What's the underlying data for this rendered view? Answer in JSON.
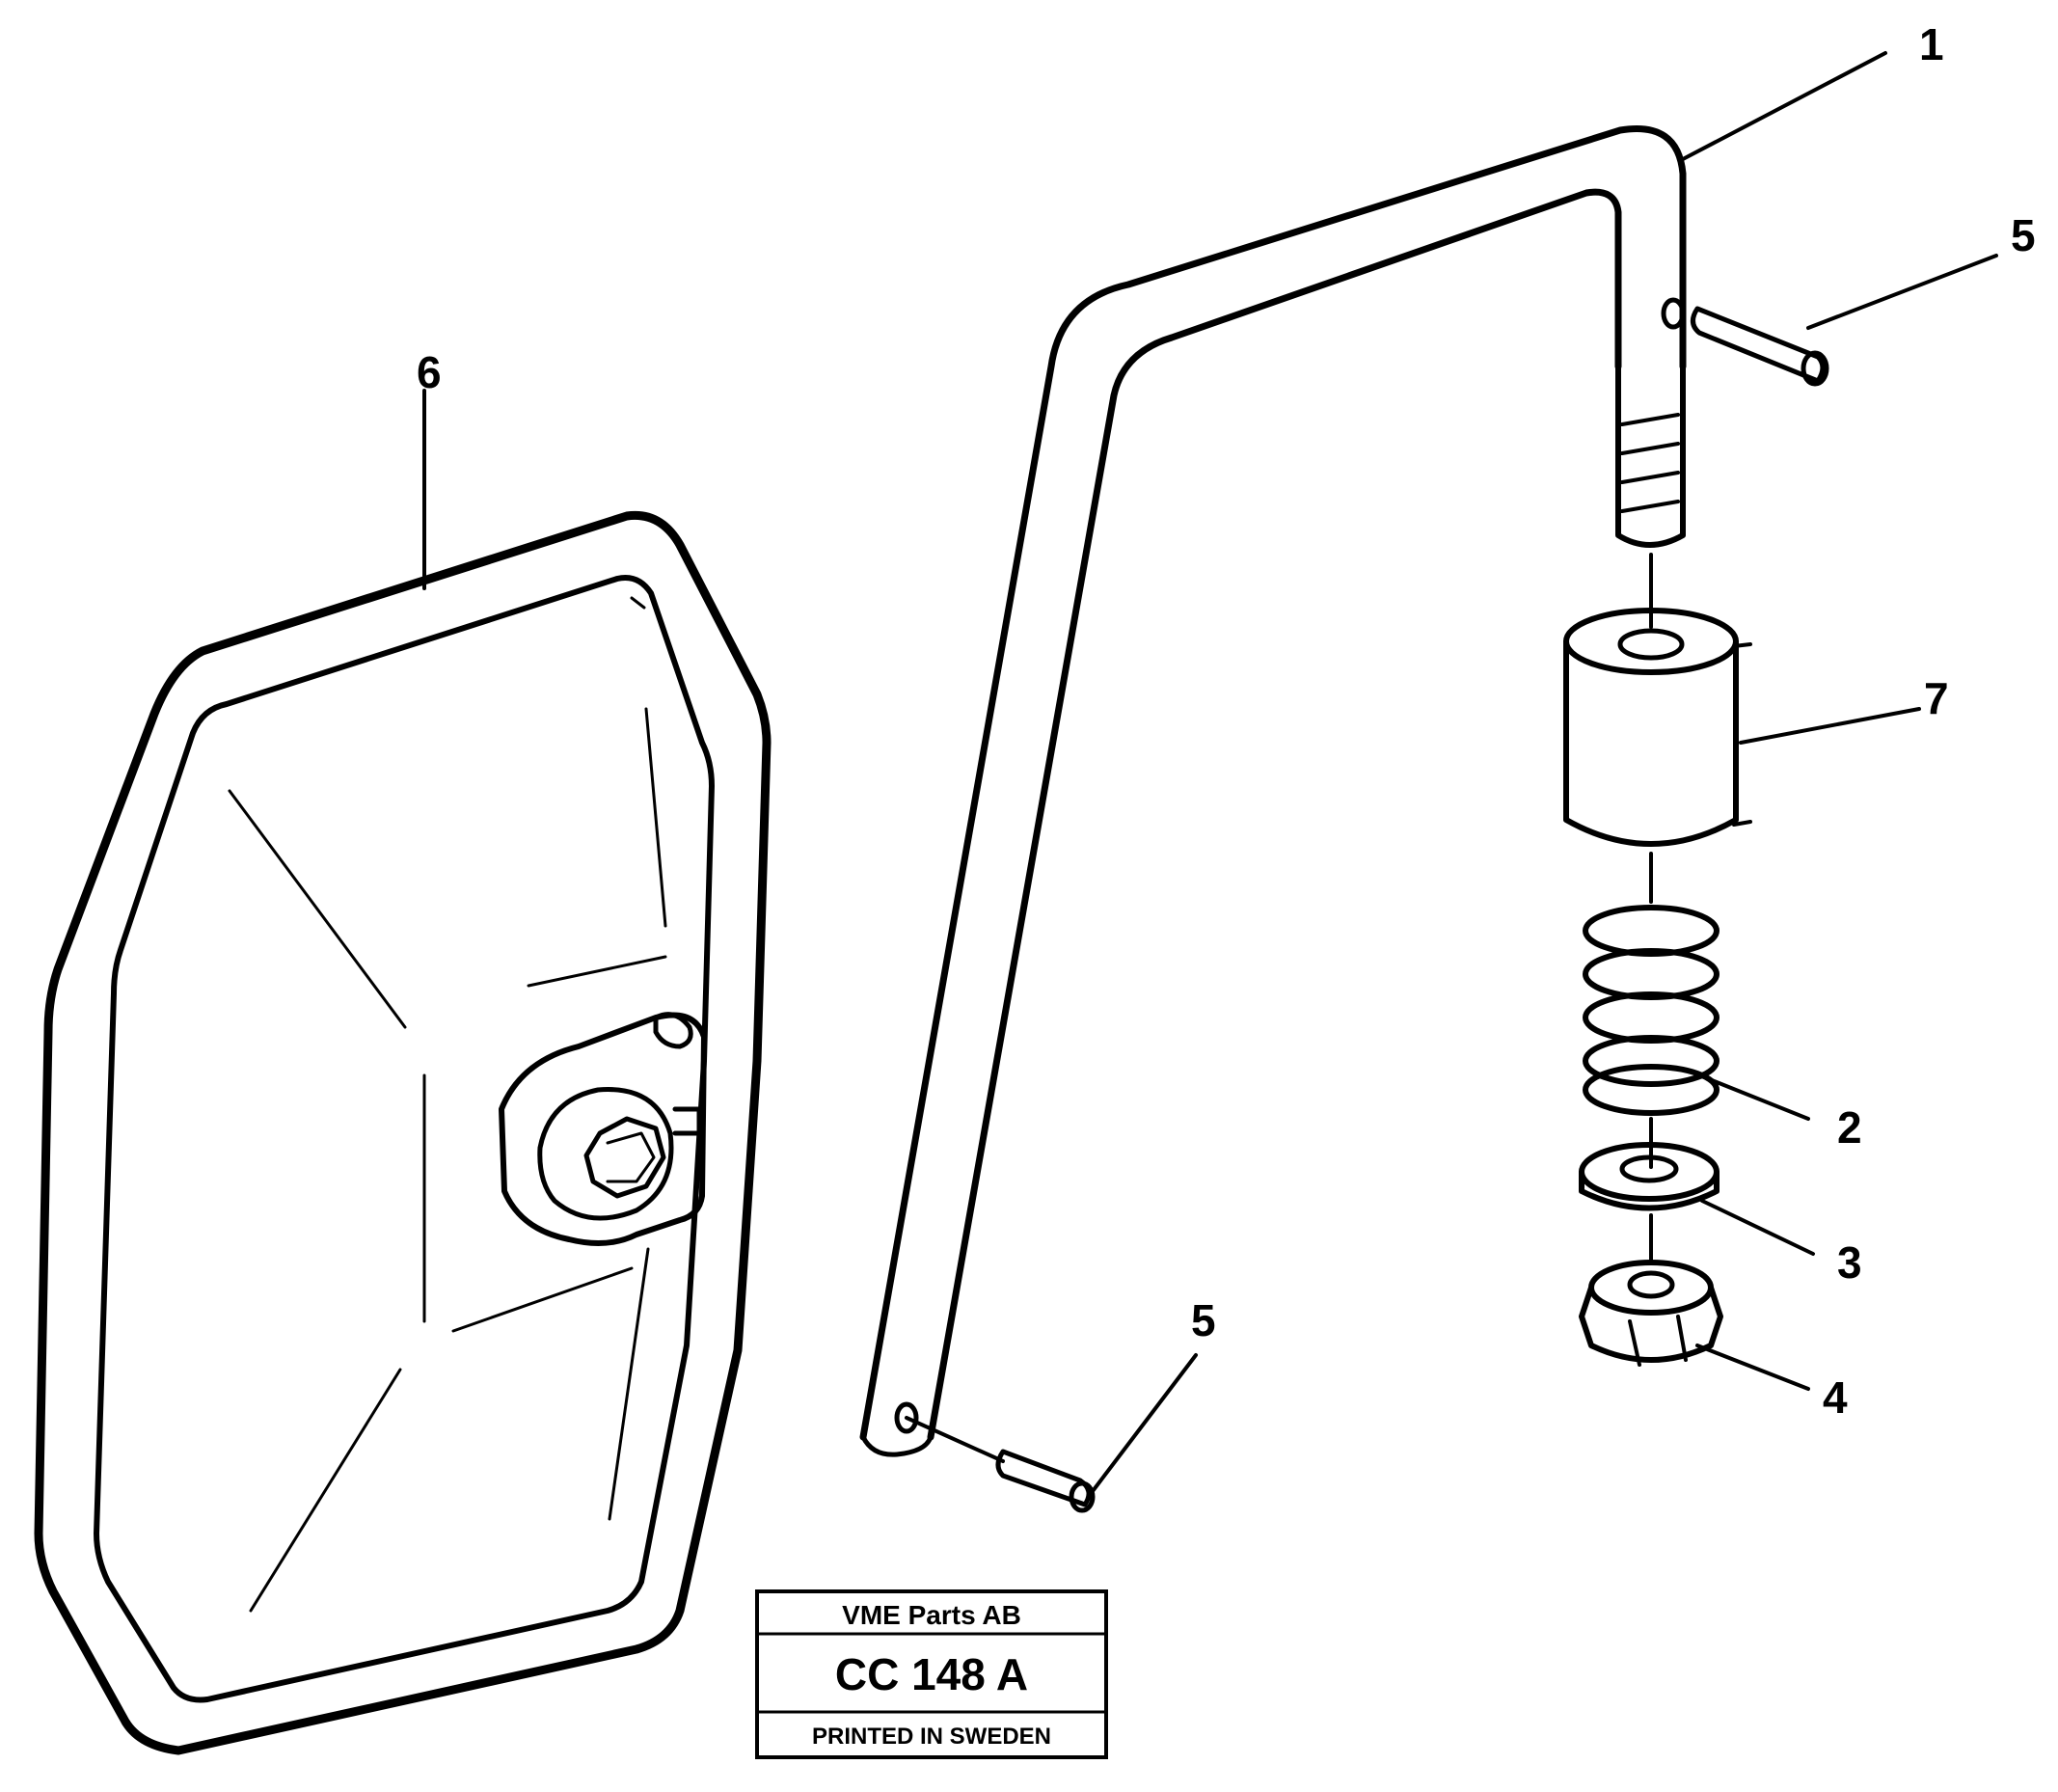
{
  "callouts": {
    "c1": "1",
    "c2": "2",
    "c3": "3",
    "c4": "4",
    "c5a": "5",
    "c5b": "5",
    "c6": "6",
    "c7": "7"
  },
  "stamp": {
    "company": "VME Parts AB",
    "code": "CC 148 A",
    "printed": "PRINTED IN SWEDEN"
  }
}
